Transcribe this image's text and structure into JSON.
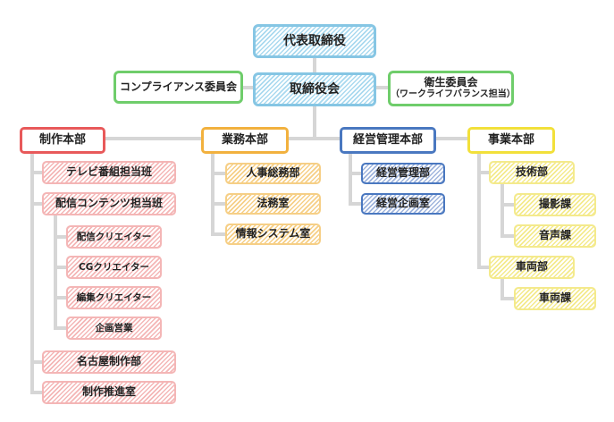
{
  "colors": {
    "blue_light": "#a9d9ef",
    "blue_light_border": "#86c6e4",
    "green": "#6fcd6b",
    "red": "#e8595a",
    "orange": "#f2b13e",
    "navy": "#4a78c0",
    "yellow": "#f2e03a",
    "pink_light": "#f4b6b6",
    "orange_light": "#f6cf86",
    "navy_light": "#9fb4dc",
    "yellow_light": "#f4ea8c",
    "line": "#d6d6d6"
  },
  "nodes": {
    "ceo": "代表取締役",
    "board": "取締役会",
    "compliance": "コンプライアンス委員会",
    "health_title": "衛生委員会",
    "health_sub": "（ワークライフバランス担当）",
    "production": "制作本部",
    "business": "業務本部",
    "management": "経営管理本部",
    "enterprise": "事業本部",
    "tv": "テレビ番組担当班",
    "streaming": "配信コンテンツ担当班",
    "stream_creator": "配信クリエイター",
    "cg_creator": "CGクリエイター",
    "edit_creator": "編集クリエイター",
    "planning_sales": "企画営業",
    "nagoya": "名古屋制作部",
    "promotion": "制作推進室",
    "hr_general": "人事総務部",
    "legal": "法務室",
    "it": "情報システム室",
    "mgmt_dept": "経営管理部",
    "mgmt_planning": "経営企画室",
    "tech": "技術部",
    "camera": "撮影課",
    "audio": "音声課",
    "vehicle": "車両部",
    "vehicle_section": "車両課"
  }
}
